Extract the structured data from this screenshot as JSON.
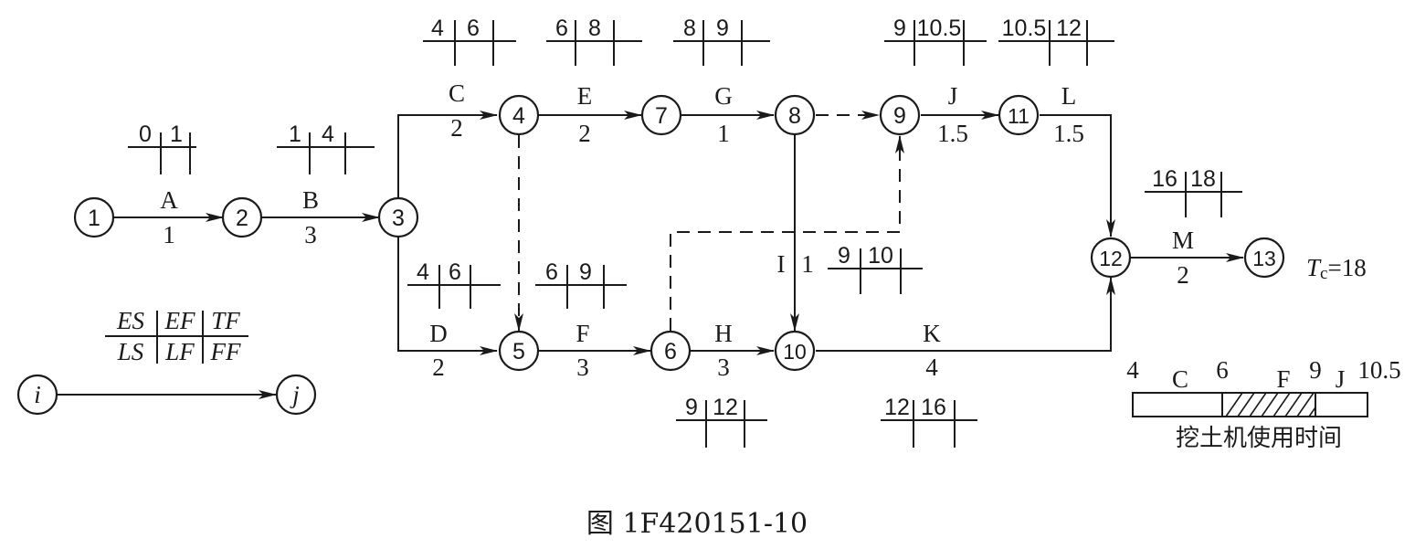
{
  "nodes": [
    {
      "id": "1",
      "label": "1"
    },
    {
      "id": "2",
      "label": "2"
    },
    {
      "id": "3",
      "label": "3"
    },
    {
      "id": "4",
      "label": "4"
    },
    {
      "id": "5",
      "label": "5"
    },
    {
      "id": "6",
      "label": "6"
    },
    {
      "id": "7",
      "label": "7"
    },
    {
      "id": "8",
      "label": "8"
    },
    {
      "id": "9",
      "label": "9"
    },
    {
      "id": "10",
      "label": "10"
    },
    {
      "id": "11",
      "label": "11"
    },
    {
      "id": "12",
      "label": "12"
    },
    {
      "id": "13",
      "label": "13"
    }
  ],
  "activities": [
    {
      "name": "A",
      "duration": "1",
      "es": "0",
      "ef": "1"
    },
    {
      "name": "B",
      "duration": "3",
      "es": "1",
      "ef": "4"
    },
    {
      "name": "C",
      "duration": "2",
      "es": "4",
      "ef": "6"
    },
    {
      "name": "D",
      "duration": "2",
      "es": "4",
      "ef": "6"
    },
    {
      "name": "E",
      "duration": "2",
      "es": "6",
      "ef": "8"
    },
    {
      "name": "F",
      "duration": "3",
      "es": "6",
      "ef": "9"
    },
    {
      "name": "G",
      "duration": "1",
      "es": "8",
      "ef": "9"
    },
    {
      "name": "H",
      "duration": "3",
      "es": "9",
      "ef": "12"
    },
    {
      "name": "I",
      "duration": "1",
      "es": "9",
      "ef": "10"
    },
    {
      "name": "J",
      "duration": "1.5",
      "es": "9",
      "ef": "10.5"
    },
    {
      "name": "K",
      "duration": "4",
      "es": "12",
      "ef": "16"
    },
    {
      "name": "L",
      "duration": "1.5",
      "es": "10.5",
      "ef": "12"
    },
    {
      "name": "M",
      "duration": "2",
      "es": "16",
      "ef": "18"
    }
  ],
  "total_duration": {
    "symbol": "T",
    "subscript": "c",
    "value": "=18"
  },
  "legend": {
    "top": [
      "ES",
      "EF",
      "TF"
    ],
    "bottom": [
      "LS",
      "LF",
      "FF"
    ],
    "from_node": "i",
    "to_node": "j"
  },
  "excavator_bar": {
    "ticks": [
      "4",
      "6",
      "9",
      "10.5"
    ],
    "segments": [
      "C",
      "F",
      "J"
    ],
    "caption": "挖土机使用时间"
  },
  "figure_caption": "图 1F420151-10"
}
